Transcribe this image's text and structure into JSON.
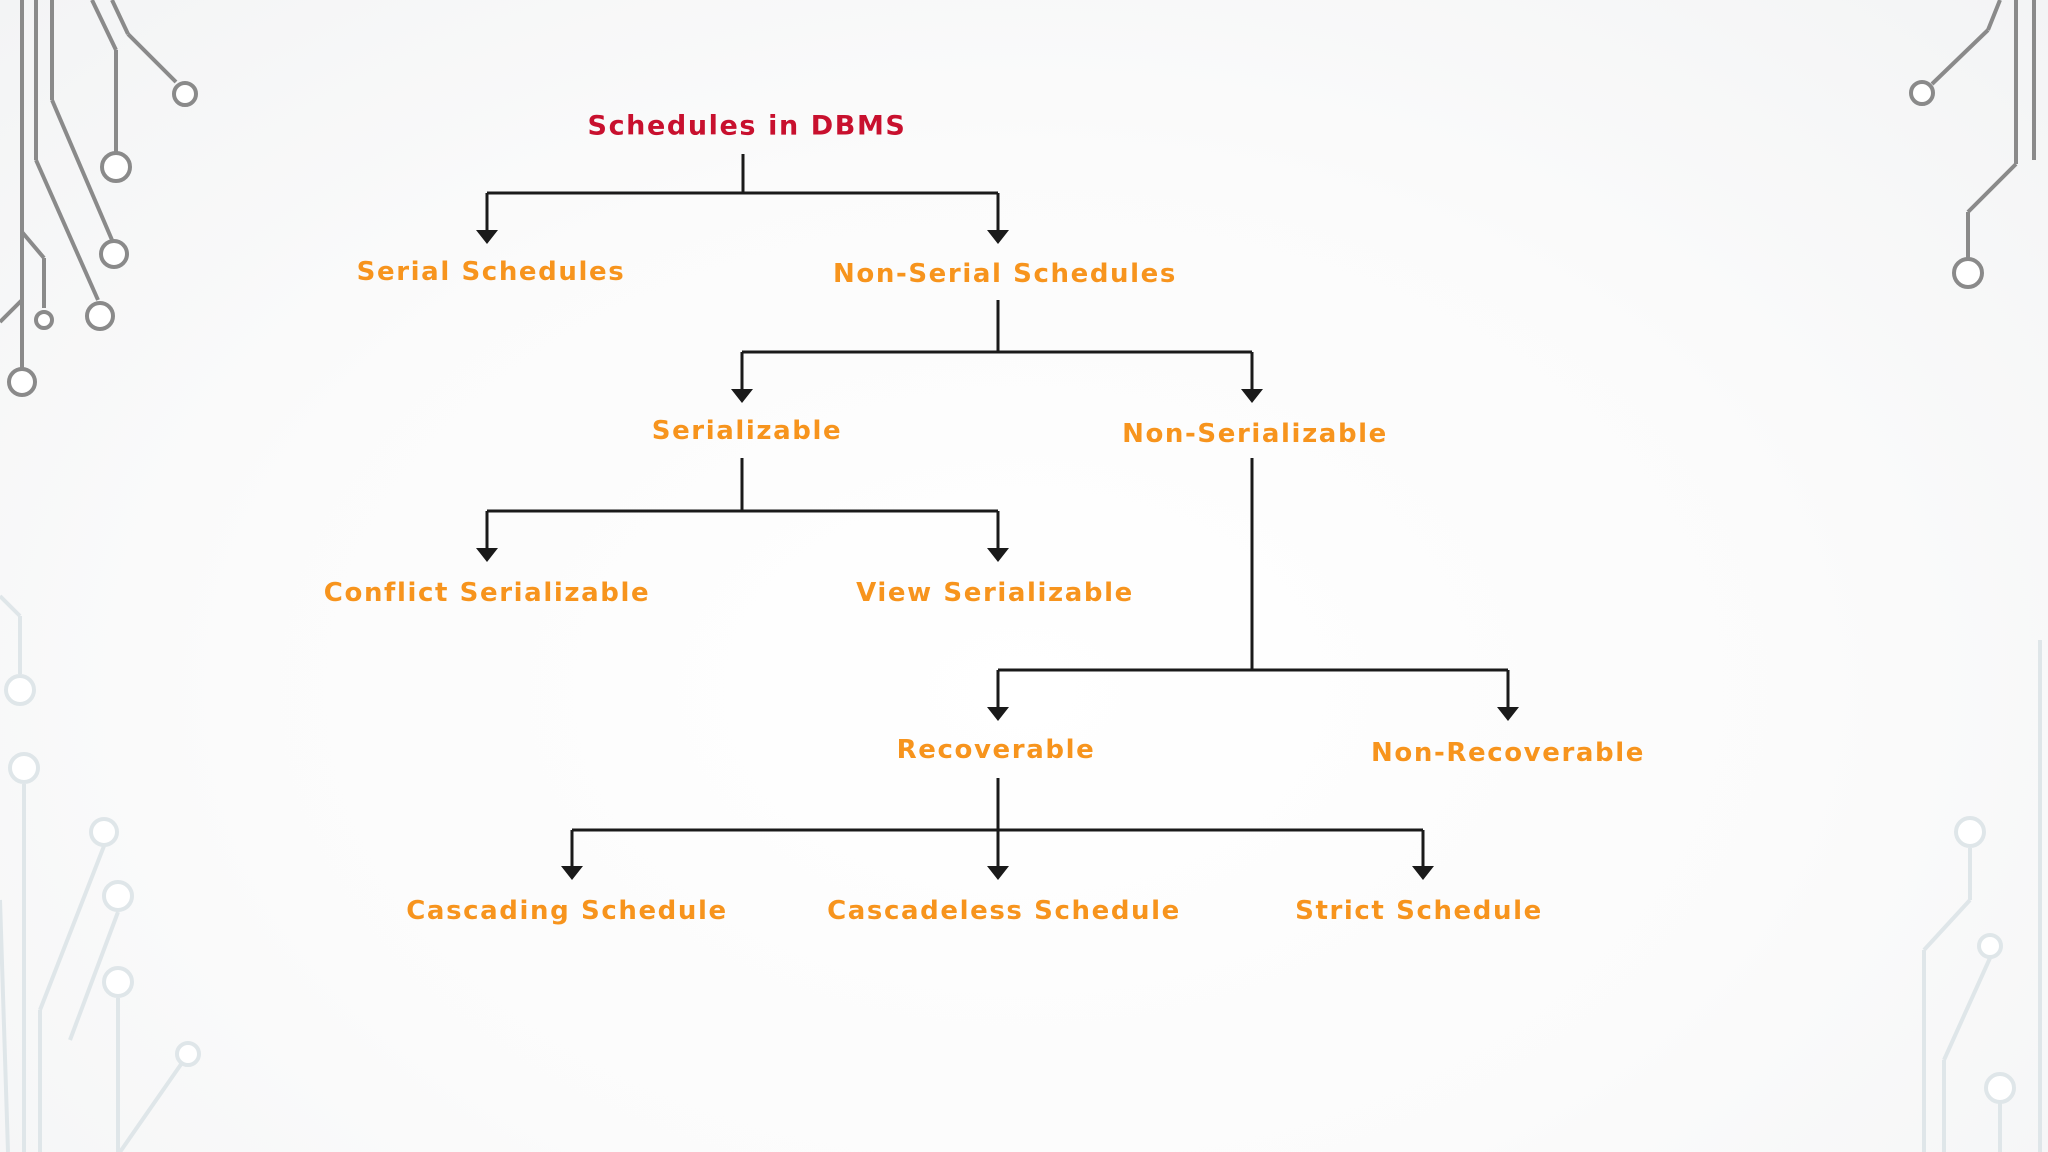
{
  "diagram": {
    "colors": {
      "root_text": "#c8102e",
      "node_text": "#f7941d",
      "connector": "#1a1a1a",
      "decoration_dark": "#8a8a8a",
      "decoration_light": "#dfe6e9"
    },
    "nodes": {
      "root": "Schedules in DBMS",
      "serial": "Serial Schedules",
      "non_serial": "Non-Serial Schedules",
      "serializable": "Serializable",
      "non_serializable": "Non-Serializable",
      "conflict_serializable": "Conflict Serializable",
      "view_serializable": "View Serializable",
      "recoverable": "Recoverable",
      "non_recoverable": "Non-Recoverable",
      "cascading": "Cascading Schedule",
      "cascadeless": "Cascadeless Schedule",
      "strict": "Strict Schedule"
    },
    "edges": [
      {
        "from": "root",
        "to": "serial"
      },
      {
        "from": "root",
        "to": "non_serial"
      },
      {
        "from": "non_serial",
        "to": "serializable"
      },
      {
        "from": "non_serial",
        "to": "non_serializable"
      },
      {
        "from": "serializable",
        "to": "conflict_serializable"
      },
      {
        "from": "serializable",
        "to": "view_serializable"
      },
      {
        "from": "non_serializable",
        "to": "recoverable"
      },
      {
        "from": "non_serializable",
        "to": "non_recoverable"
      },
      {
        "from": "recoverable",
        "to": "cascading"
      },
      {
        "from": "recoverable",
        "to": "cascadeless"
      },
      {
        "from": "recoverable",
        "to": "strict"
      }
    ]
  }
}
